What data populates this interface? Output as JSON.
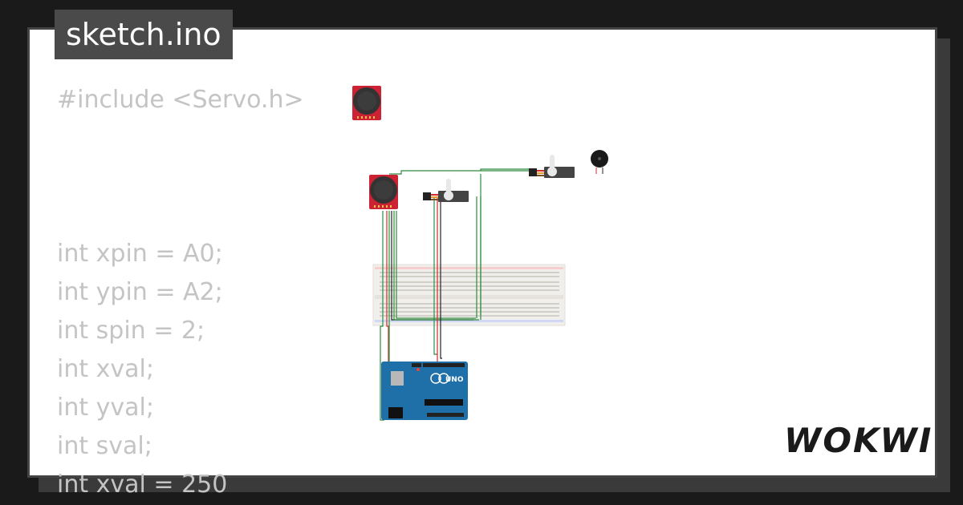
{
  "file_tab": {
    "name": "sketch.ino"
  },
  "code_lines": [
    "#include <Servo.h>",
    "",
    "",
    "",
    "int xpin = A0;",
    "int ypin = A2;",
    "int spin = 2;",
    "int xval;",
    "int yval;",
    "int sval;",
    "int xval = 250"
  ],
  "brand": {
    "logo_text": "WOKWI"
  },
  "arduino": {
    "label": "UNO"
  },
  "colors": {
    "background": "#1a1a1a",
    "card": "#ffffff",
    "tab": "#4a4a4a",
    "code_text": "#c4c4c4",
    "wire_green": "#2e8b3d",
    "wire_red": "#d62b2b",
    "wire_black": "#222222",
    "arduino_blue": "#1f6fa8",
    "joystick_red": "#cc2233"
  }
}
